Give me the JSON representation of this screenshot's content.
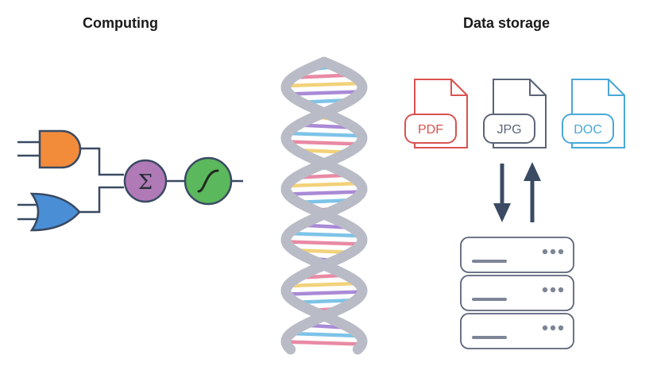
{
  "headings": {
    "computing": "Computing",
    "data_storage": "Data storage"
  },
  "computing": {
    "gates": [
      {
        "name": "and-gate-icon",
        "color": "#f28c3b"
      },
      {
        "name": "or-gate-icon",
        "color": "#4a8fd6"
      }
    ],
    "sum_node": {
      "symbol": "Σ",
      "color": "#b07ab7"
    },
    "activation_node": {
      "symbol": "∫",
      "color": "#5cb85c"
    }
  },
  "files": [
    {
      "label": "PDF",
      "color": "#d9534f"
    },
    {
      "label": "JPG",
      "color": "#5b6478"
    },
    {
      "label": "DOC",
      "color": "#4aa8d8"
    }
  ],
  "storage": {
    "server_count": 3,
    "arrows": [
      "down",
      "up"
    ],
    "color": "#3a4a63"
  },
  "dna": {
    "backbone_color": "#b9bcc6",
    "base_colors": [
      "#7ec3e8",
      "#e88aa5",
      "#f2d27a",
      "#a98ad6"
    ]
  }
}
